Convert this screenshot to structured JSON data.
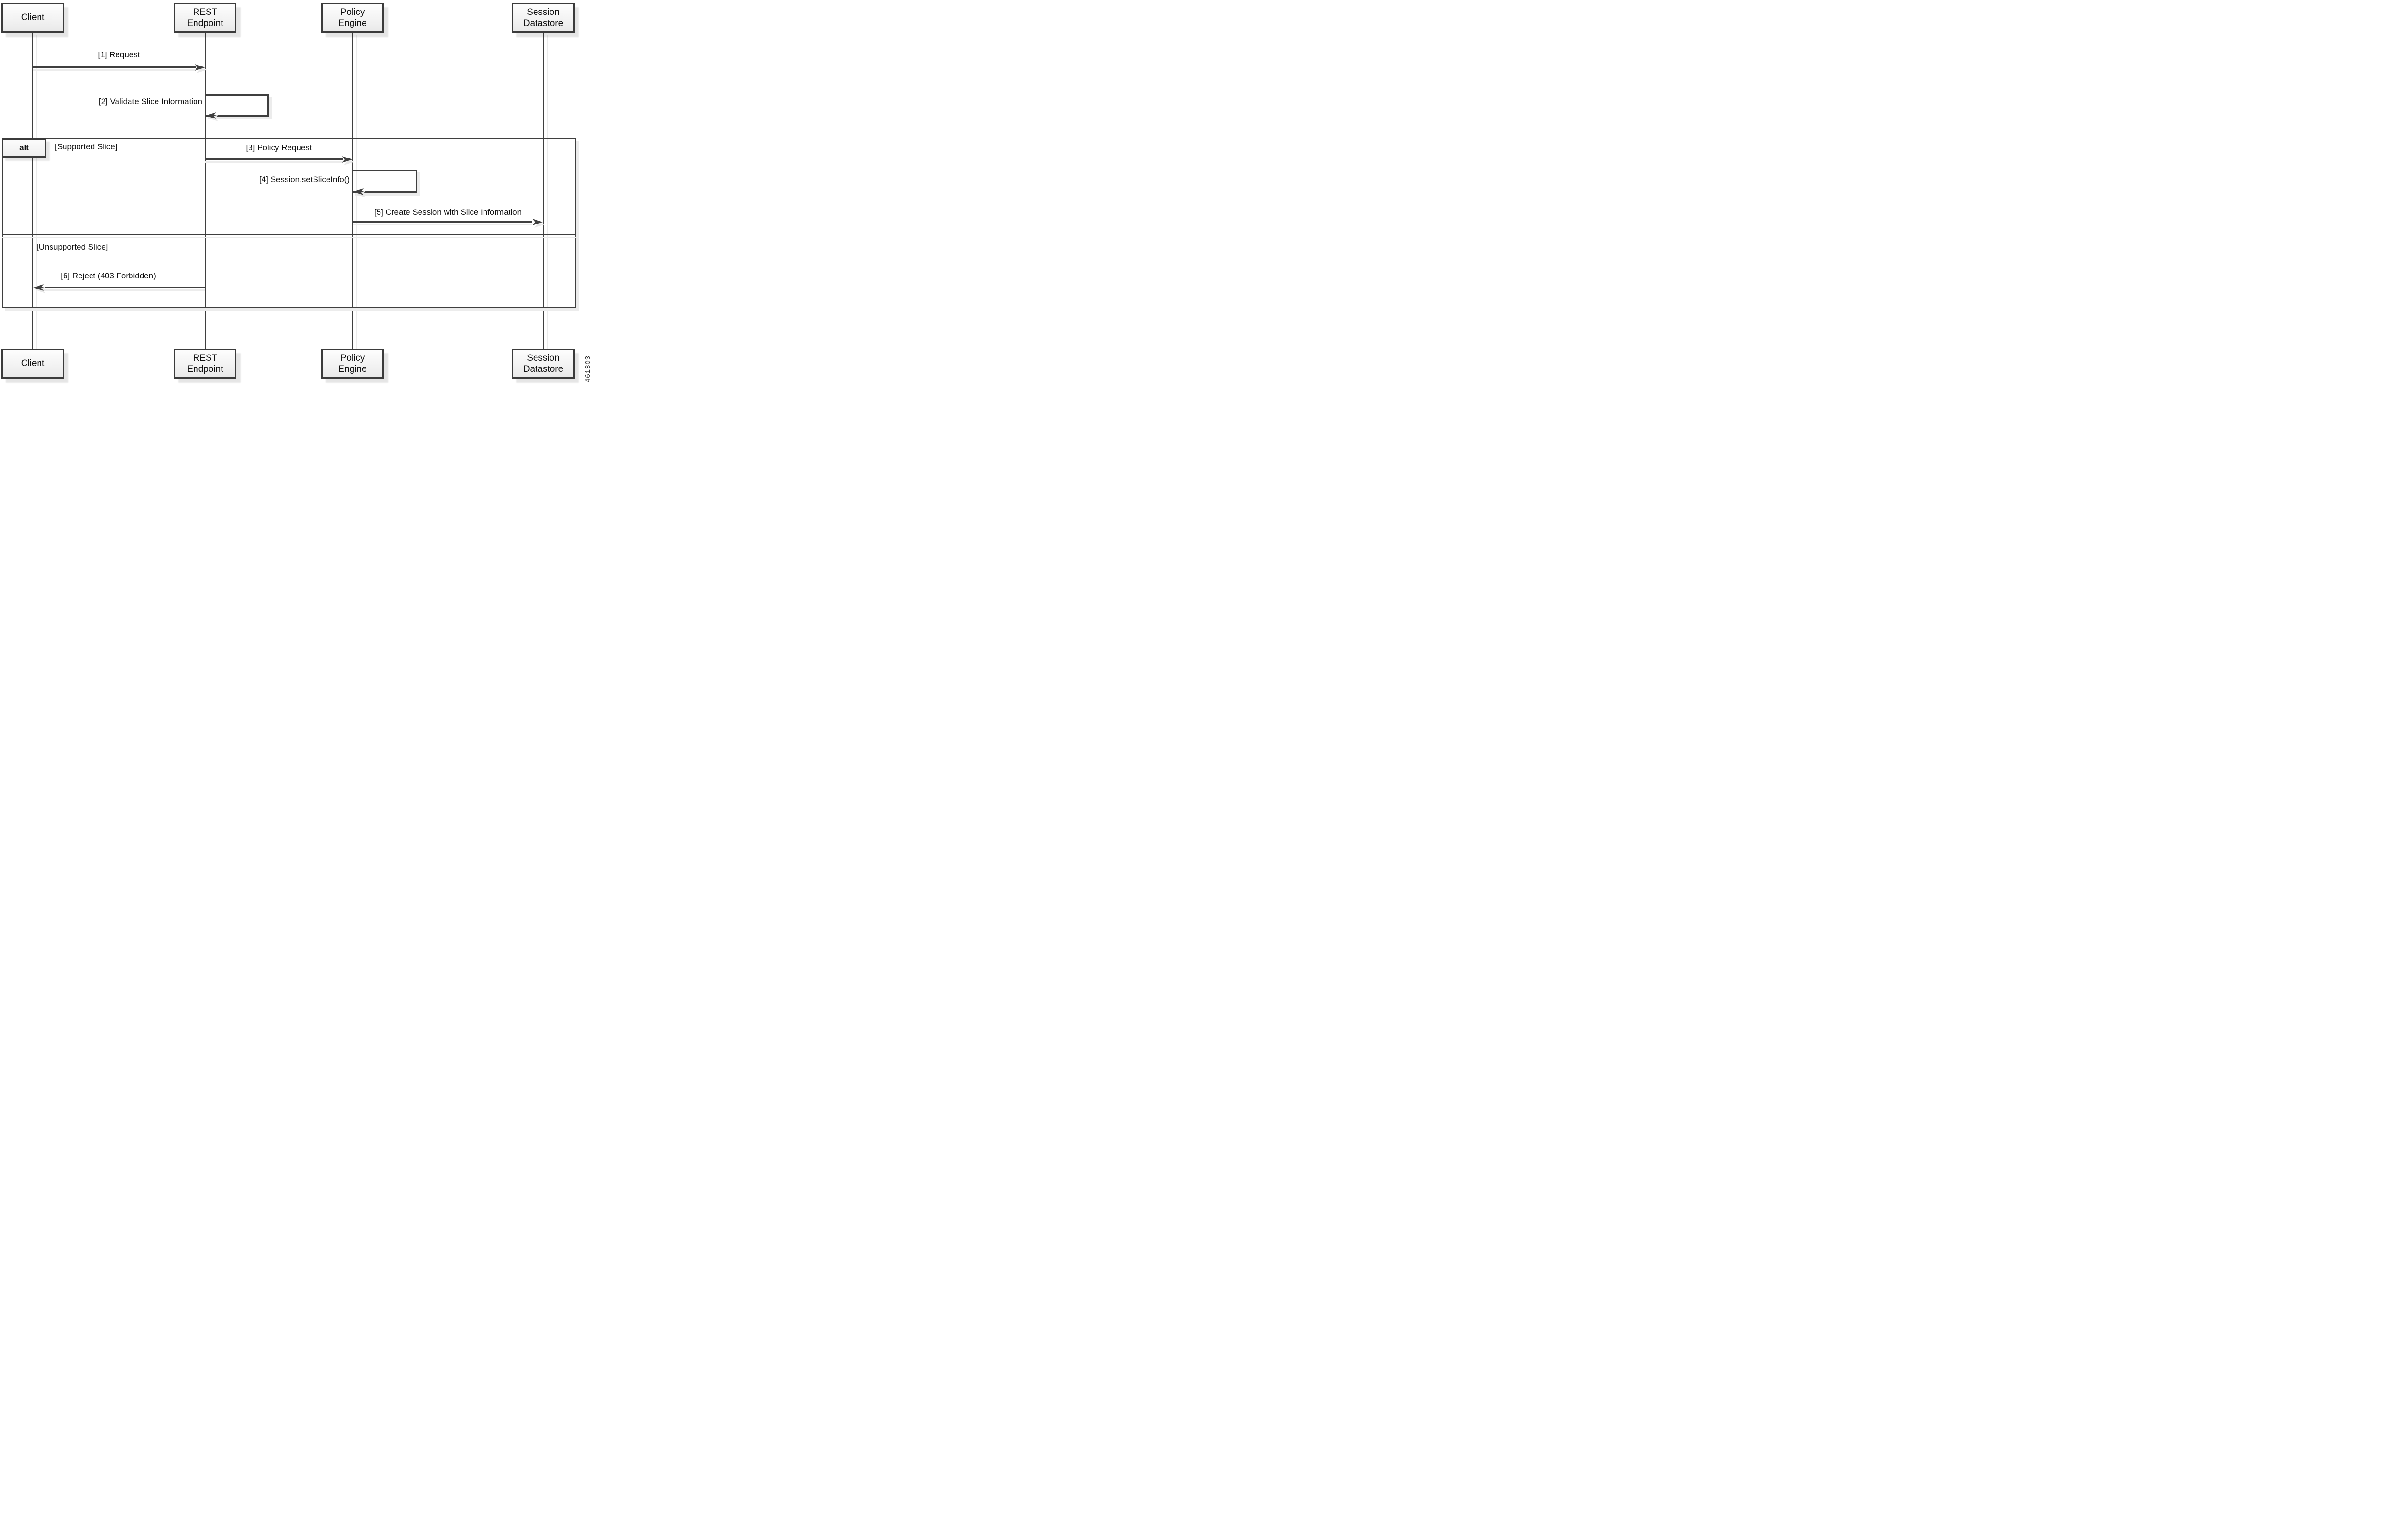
{
  "diagram": {
    "kind": "uml-sequence-diagram",
    "fragment": {
      "operator": "alt",
      "guard_supported": "[Supported Slice]",
      "guard_unsupported": "[Unsupported Slice]"
    },
    "watermark": "461303"
  },
  "actors": [
    {
      "id": "client",
      "lines": [
        "Client"
      ]
    },
    {
      "id": "rest-endpoint",
      "lines": [
        "REST",
        "Endpoint"
      ]
    },
    {
      "id": "policy-engine",
      "lines": [
        "Policy",
        "Engine"
      ]
    },
    {
      "id": "session-datastore",
      "lines": [
        "Session",
        "Datastore"
      ]
    }
  ],
  "messages": [
    {
      "n": 1,
      "label": "[1] Request",
      "from": "client",
      "to": "rest-endpoint",
      "kind": "arrow-right"
    },
    {
      "n": 2,
      "label": "[2] Validate Slice Information",
      "from": "rest-endpoint",
      "to": "rest-endpoint",
      "kind": "self-loop"
    },
    {
      "n": 3,
      "label": "[3] Policy Request",
      "from": "rest-endpoint",
      "to": "policy-engine",
      "kind": "arrow-right"
    },
    {
      "n": 4,
      "label": "[4] Session.setSliceInfo()",
      "from": "policy-engine",
      "to": "policy-engine",
      "kind": "self-loop"
    },
    {
      "n": 5,
      "label": "[5] Create Session with Slice Information",
      "from": "policy-engine",
      "to": "session-datastore",
      "kind": "arrow-right"
    },
    {
      "n": 6,
      "label": "[6] Reject (403 Forbidden)",
      "from": "rest-endpoint",
      "to": "client",
      "kind": "arrow-left"
    }
  ],
  "colors": {
    "line": "#3f3f3f",
    "echo_shadow": "#ececec",
    "box_border": "#3b3b3b",
    "box_fill_top": "#fdfdfd",
    "box_fill_bottom": "#e9e9e9",
    "text": "#111111"
  }
}
